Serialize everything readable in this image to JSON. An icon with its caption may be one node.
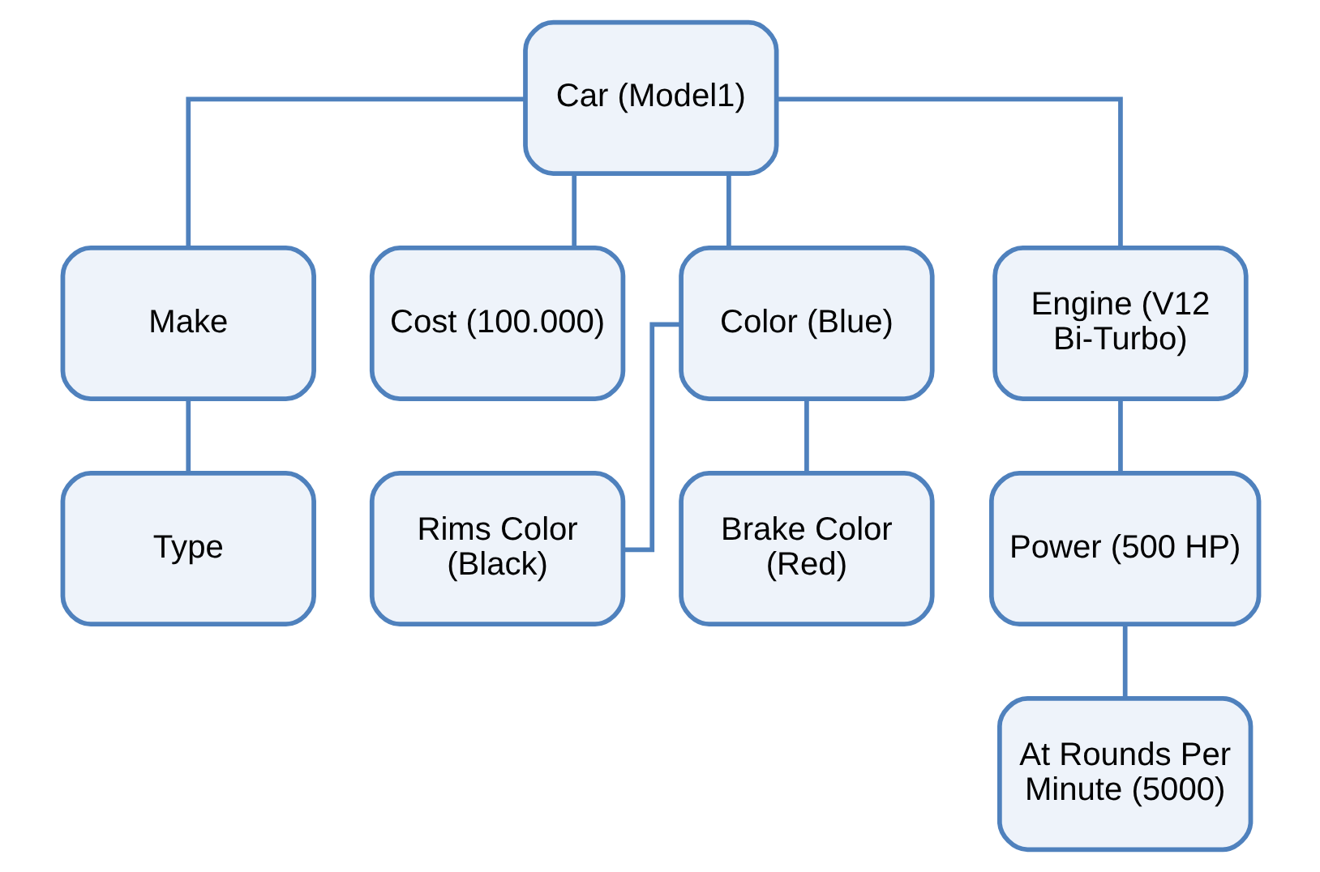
{
  "diagram": {
    "nodes": [
      {
        "text": [
          "Car (Model1)"
        ]
      },
      {
        "text": [
          "Make"
        ]
      },
      {
        "text": [
          "Cost (100.000)"
        ]
      },
      {
        "text": [
          "Color (Blue)"
        ]
      },
      {
        "text": [
          "Engine (V12 Bi-Turbo)"
        ]
      },
      {
        "text": [
          "Type"
        ]
      },
      {
        "text": [
          "Rims Color (Black)"
        ]
      },
      {
        "text": [
          "Brake Color (Red)"
        ]
      },
      {
        "text": [
          "Power (500 HP)"
        ]
      },
      {
        "text": [
          "At Rounds Per Minute (5000)"
        ]
      }
    ],
    "edges": [
      {
        "from": 0,
        "to": 1,
        "arrow": "none"
      },
      {
        "from": 0,
        "to": 2,
        "arrow": "none"
      },
      {
        "from": 0,
        "to": 3,
        "arrow": "none"
      },
      {
        "from": 0,
        "to": 4,
        "arrow": "none"
      },
      {
        "from": 1,
        "to": 5,
        "arrow": "none"
      },
      {
        "from": 3,
        "to": 6,
        "arrow": "none"
      },
      {
        "from": 3,
        "to": 7,
        "arrow": "none"
      },
      {
        "from": 4,
        "to": 8,
        "arrow": "none"
      },
      {
        "from": 8,
        "to": 9,
        "arrow": "none"
      }
    ]
  }
}
